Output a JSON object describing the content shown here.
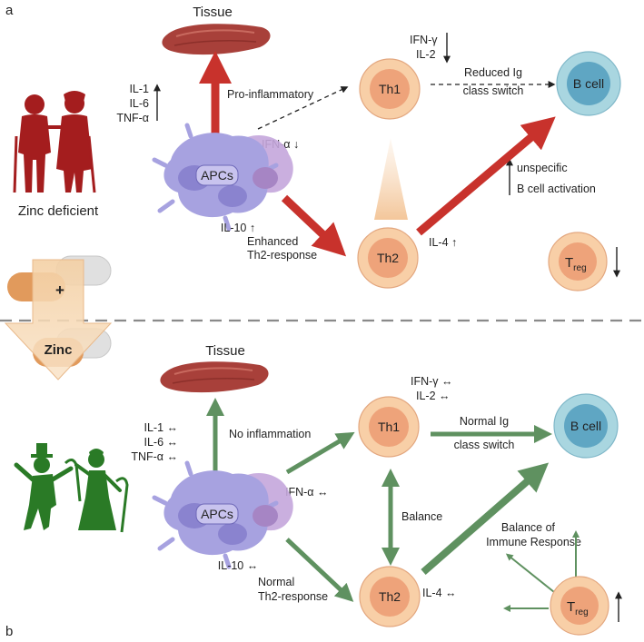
{
  "panel_a": {
    "panel_letter": "a",
    "tissue_label": "Tissue",
    "group_label": "Zinc deficient",
    "cytokines_left": [
      "IL-1",
      "IL-6",
      "TNF-α"
    ],
    "pro_inflammatory": "Pro-inflammatory",
    "apcs": "APCs",
    "ifn_alpha": "IFN-α ↓",
    "il10": "IL-10 ↑",
    "enhanced_line1": "Enhanced",
    "enhanced_line2": "Th2-response",
    "th1": "Th1",
    "th2": "Th2",
    "b_cell": "B cell",
    "ifn_gamma": "IFN-γ",
    "il2": "IL-2",
    "reduced_line1": "Reduced Ig",
    "reduced_line2": "class switch",
    "unspecific_line1": "unspecific",
    "unspecific_line2": "B cell activation",
    "il4": "IL-4 ↑",
    "treg_main": "T",
    "treg_sub": "reg"
  },
  "zinc_supplement": {
    "plus": "+",
    "label": "Zinc"
  },
  "panel_b": {
    "panel_letter": "b",
    "tissue_label": "Tissue",
    "cytokines_left": [
      "IL-1 ↔",
      "IL-6 ↔",
      "TNF-α ↔"
    ],
    "no_inflammation": "No inflammation",
    "apcs": "APCs",
    "ifn_alpha": "IFN-α ↔",
    "il10": "IL-10 ↔",
    "normal_line1": "Normal",
    "normal_line2": "Th2-response",
    "th1": "Th1",
    "th2": "Th2",
    "b_cell": "B cell",
    "ifn_gamma": "IFN-γ ↔",
    "il2": "IL-2 ↔",
    "normal_ig_line1": "Normal Ig",
    "normal_ig_line2": "class switch",
    "balance": "Balance",
    "balance_immune_line1": "Balance of",
    "balance_immune_line2": "Immune Response",
    "il4": "IL-4 ↔",
    "treg_main": "T",
    "treg_sub": "reg"
  },
  "colors": {
    "red_arrow": "#c8322c",
    "green_arrow": "#5f9160",
    "t_cell_outer": "#f8cfa7",
    "t_cell_inner": "#eea37a",
    "b_cell_outer": "#a9d6e0",
    "b_cell_inner": "#5fa6c3",
    "apc": "#a7a2e0",
    "tissue": "#a8403a",
    "elderly_deficient": "#a41d1e",
    "elderly_healthy": "#2a7a26"
  }
}
